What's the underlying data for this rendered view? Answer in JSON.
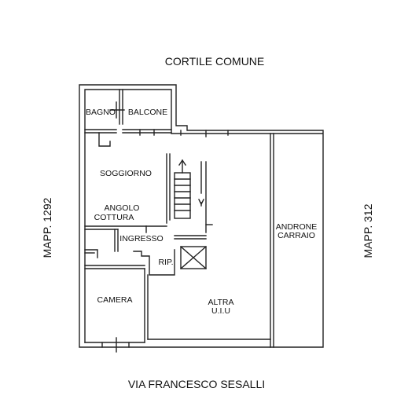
{
  "labels": {
    "top": "CORTILE COMUNE",
    "bottom": "VIA FRANCESCO SESALLI",
    "left": "MAPP. 1292",
    "right": "MAPP. 312"
  },
  "rooms": {
    "bagno": "BAGNO",
    "balcone": "BALCONE",
    "soggiorno": "SOGGIORNO",
    "angolo_1": "ANGOLO",
    "angolo_2": "COTTURA",
    "ingresso": "INGRESSO",
    "rip": "RIP.",
    "camera": "CAMERA",
    "altra_1": "ALTRA",
    "altra_2": "U.I.U",
    "androne_1": "ANDRONE",
    "androne_2": "CARRAIO"
  }
}
